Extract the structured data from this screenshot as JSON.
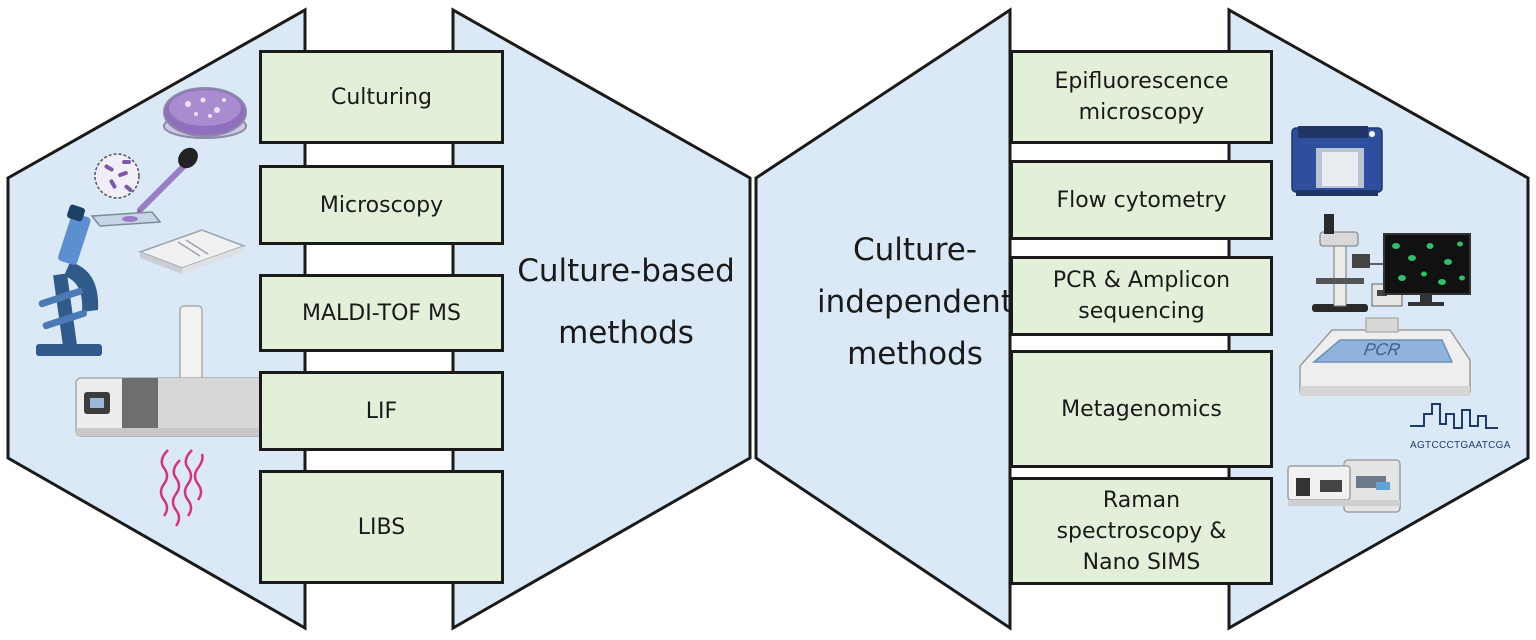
{
  "culture_based": {
    "title": "Culture-based\nmethods",
    "methods": [
      "Culturing",
      "Microscopy",
      "MALDI-TOF MS",
      "LIF",
      "LIBS"
    ],
    "icons": [
      "petri-dish-icon",
      "bacteria-magnifier-icon",
      "pipette-icon",
      "microscope-slide-icon",
      "microscope-icon",
      "maldi-tof-instrument-icon",
      "laser-waves-icon"
    ]
  },
  "culture_independent": {
    "title": "Culture-\nindependent\nmethods",
    "methods": [
      "Epifluorescence\nmicroscopy",
      "Flow cytometry",
      "PCR & Amplicon\nsequencing",
      "Metagenomics",
      "Raman\nspectroscopy &\nNano SIMS"
    ],
    "icons": [
      "flow-cytometer-icon",
      "fluorescence-microscope-icon",
      "monitor-icon",
      "pcr-machine-icon",
      "sequencing-chromatogram-icon",
      "raman-spectrometer-icon"
    ],
    "pcr_label": "PCR",
    "sequence": "AGTCCCTGAATCGA"
  },
  "colors": {
    "hex_fill": "#dbe9f7",
    "box_fill": "#e2f0d9",
    "outline": "#1a1a1a",
    "accent_purple": "#7b5aa6",
    "accent_pink": "#d6337a",
    "accent_blue": "#2d4f9e"
  }
}
